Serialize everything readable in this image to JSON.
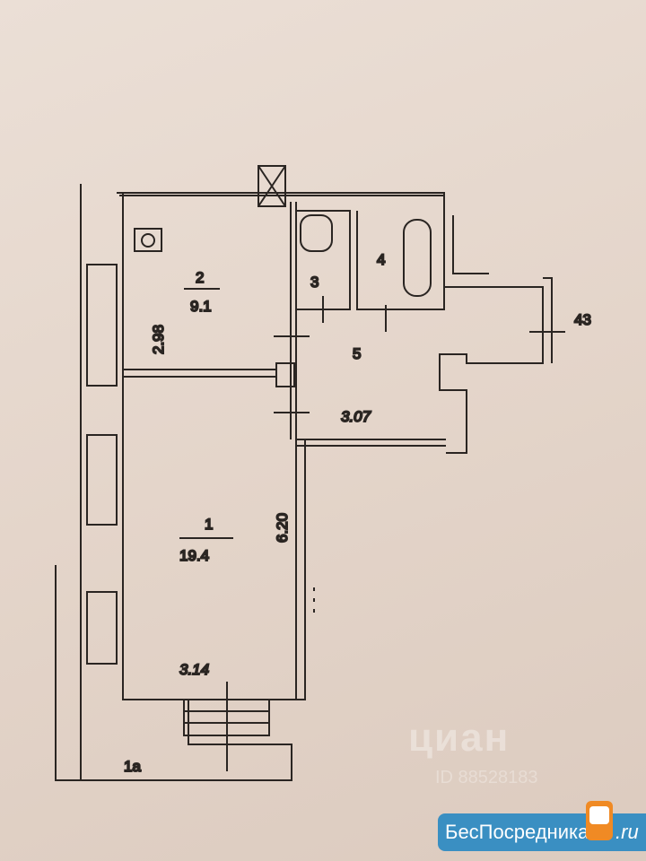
{
  "rooms": [
    {
      "number": "1",
      "area": "19.4"
    },
    {
      "number": "2",
      "area": "9.1"
    },
    {
      "number": "3"
    },
    {
      "number": "4"
    },
    {
      "number": "5"
    },
    {
      "number": "1а"
    }
  ],
  "dimensions": {
    "room2_width": "2.98",
    "room1_length": "6.20",
    "room1_width": "3.14",
    "hall_width": "3.07",
    "wall_mark": "43"
  },
  "watermark": {
    "brand": "циан",
    "id": "ID 88528183"
  },
  "badge": {
    "label": "БесПосредника",
    "suffix": ".ru",
    "color": "#3a8fc2"
  }
}
